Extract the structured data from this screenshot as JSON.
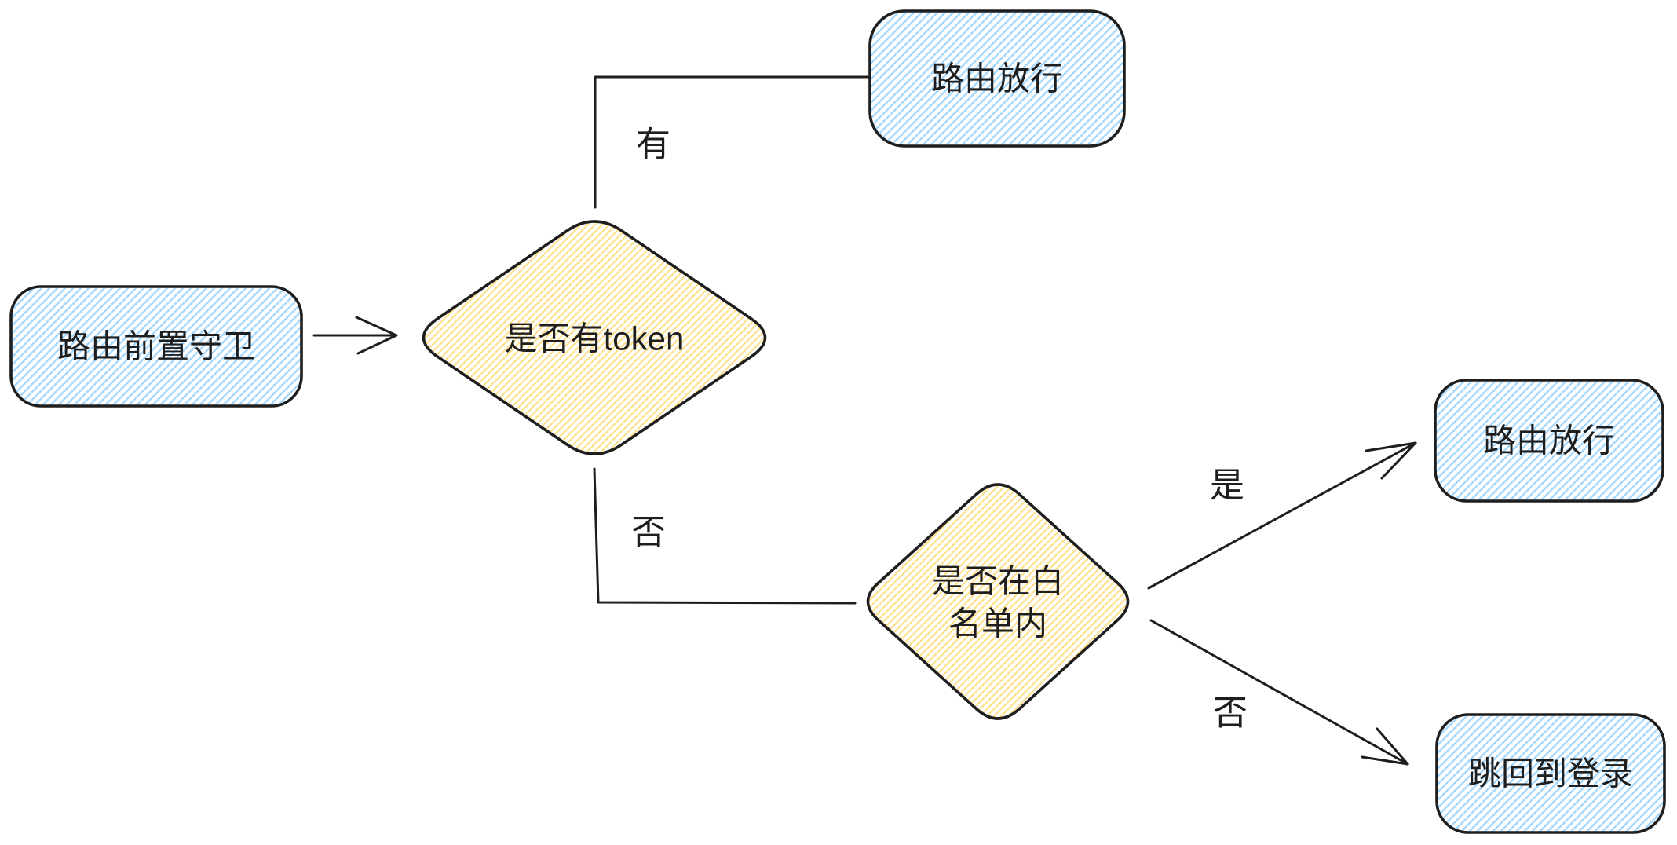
{
  "diagram": {
    "type": "flowchart",
    "nodes": [
      {
        "id": "route-guard",
        "label": "路由前置守卫",
        "shape": "rounded-rect",
        "fill": "blue-hatch"
      },
      {
        "id": "has-token",
        "label": "是否有token",
        "shape": "diamond",
        "fill": "yellow-hatch"
      },
      {
        "id": "pass-top",
        "label": "路由放行",
        "shape": "rounded-rect",
        "fill": "blue-hatch"
      },
      {
        "id": "in-whitelist",
        "label": "是否在白名单内",
        "label_line1": "是否在白",
        "label_line2": "名单内",
        "shape": "diamond",
        "fill": "yellow-hatch"
      },
      {
        "id": "pass-right",
        "label": "路由放行",
        "shape": "rounded-rect",
        "fill": "blue-hatch"
      },
      {
        "id": "back-to-login",
        "label": "跳回到登录",
        "shape": "rounded-rect",
        "fill": "blue-hatch"
      }
    ],
    "edges": [
      {
        "id": "guard-to-token",
        "from": "route-guard",
        "to": "has-token",
        "label": "",
        "style": "arrow"
      },
      {
        "id": "token-yes",
        "from": "has-token",
        "to": "pass-top",
        "label": "有",
        "style": "elbow-line"
      },
      {
        "id": "token-no",
        "from": "has-token",
        "to": "in-whitelist",
        "label": "否",
        "style": "elbow-line"
      },
      {
        "id": "whitelist-yes",
        "from": "in-whitelist",
        "to": "pass-right",
        "label": "是",
        "style": "arrow"
      },
      {
        "id": "whitelist-no",
        "from": "in-whitelist",
        "to": "back-to-login",
        "label": "否",
        "style": "arrow"
      }
    ]
  },
  "colors": {
    "stroke": "#1e1e1e",
    "blue_hatch": "#a5d8ff",
    "yellow_hatch": "#ffe08a",
    "text": "#1e1e1e",
    "background": "#ffffff"
  }
}
